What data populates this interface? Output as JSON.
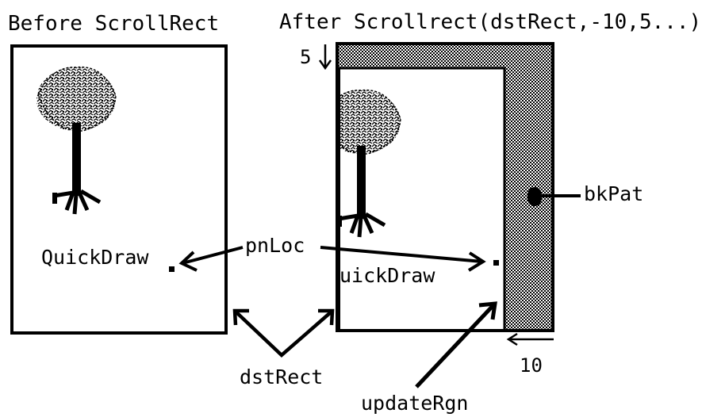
{
  "labels": {
    "before_title": "Before ScrollRect",
    "after_title": "After Scrollrect(dstRect,-10,5...)",
    "quickdraw_before": "QuickDraw",
    "quickdraw_after": "uickDraw",
    "pnloc": "pnLoc",
    "bkpat": "bkPat",
    "dstrect": "dstRect",
    "updatergn": "updateRgn",
    "dy_value": "5",
    "dx_value": "10"
  },
  "colors": {
    "ink": "#000000",
    "paper": "#ffffff",
    "pattern_fill": "#a9a9a9"
  }
}
